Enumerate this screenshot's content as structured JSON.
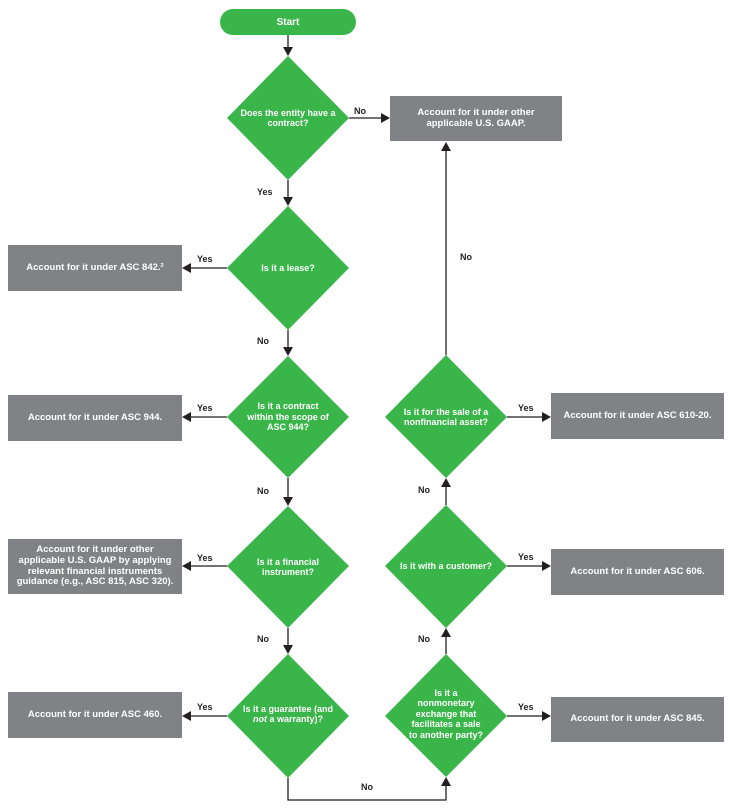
{
  "start": "Start",
  "decisions": {
    "has_contract": "Does the entity have a contract?",
    "is_lease": "Is it a lease?",
    "asc944_scope": "Is it a contract within the scope of ASC 944?",
    "financial_instrument": "Is it a financial instrument?",
    "guarantee_prefix": "Is it a guarantee (and",
    "guarantee_italic": "not",
    "guarantee_suffix": "a warranty)?",
    "nonmonetary_exchange": "Is it a nonmonetary exchange that facilitates a sale to another party?",
    "with_customer": "Is it with a customer?",
    "nonfinancial_asset": "Is it for the sale of a nonfinancial asset?"
  },
  "outcomes": {
    "other_gaap": "Account for it under other applicable U.S. GAAP.",
    "asc842": "Account for it under ASC 842.²",
    "asc944": "Account for it under ASC 944.",
    "financial_guidance": "Account for it under other applicable U.S. GAAP by applying relevant financial instruments guidance (e.g., ASC 815, ASC 320).",
    "asc460": "Account for it under ASC 460.",
    "asc845": "Account for it under ASC 845.",
    "asc606": "Account for it under ASC 606.",
    "asc610": "Account for it under ASC 610-20."
  },
  "edge_labels": {
    "yes": "Yes",
    "no": "No"
  },
  "colors": {
    "decision_fill": "#39b54a",
    "outcome_fill": "#808285",
    "line": "#231f20"
  }
}
